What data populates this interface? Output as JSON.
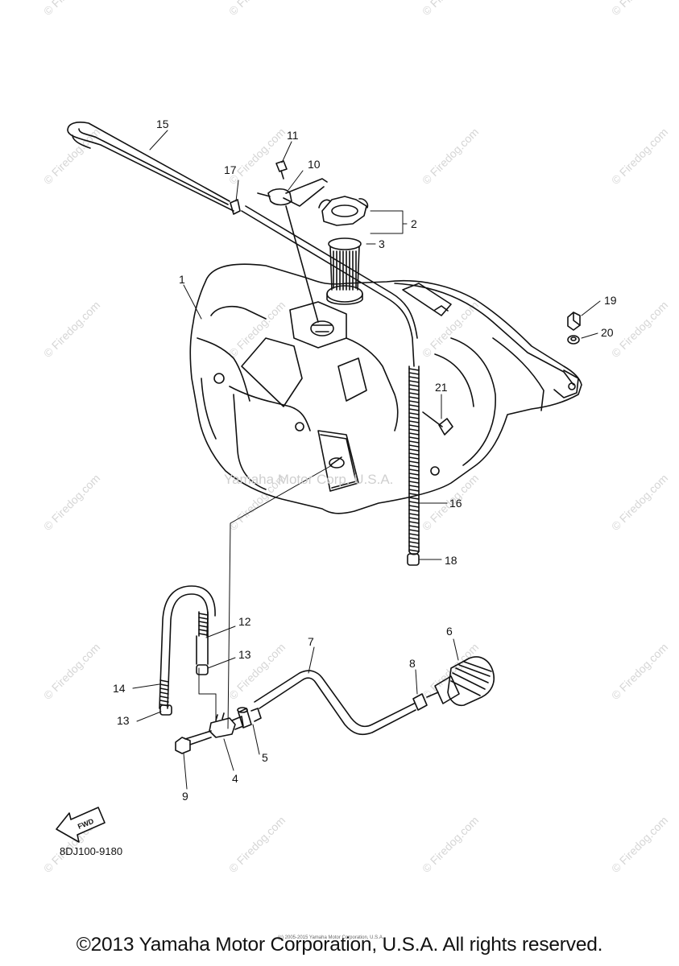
{
  "diagram": {
    "drawing_code": "8DJ100-9180",
    "fwd_label": "FWD",
    "center_watermark": "Yamaha Motor Corp. U.S.A.",
    "watermark_text": "© Firedog.com",
    "small_notice": "(c) 2005-2015 Yamaha Motor Corporation, U.S.A.",
    "copyright": "©2013 Yamaha Motor Corporation, U.S.A. All rights reserved.",
    "callouts": [
      {
        "id": "c1",
        "text": "1"
      },
      {
        "id": "c2",
        "text": "2"
      },
      {
        "id": "c3",
        "text": "3"
      },
      {
        "id": "c4",
        "text": "4"
      },
      {
        "id": "c5",
        "text": "5"
      },
      {
        "id": "c6",
        "text": "6"
      },
      {
        "id": "c7",
        "text": "7"
      },
      {
        "id": "c8",
        "text": "8"
      },
      {
        "id": "c9",
        "text": "9"
      },
      {
        "id": "c10",
        "text": "10"
      },
      {
        "id": "c11",
        "text": "11"
      },
      {
        "id": "c12",
        "text": "12"
      },
      {
        "id": "c13a",
        "text": "13"
      },
      {
        "id": "c13b",
        "text": "13"
      },
      {
        "id": "c14",
        "text": "14"
      },
      {
        "id": "c15",
        "text": "15"
      },
      {
        "id": "c16",
        "text": "16"
      },
      {
        "id": "c17",
        "text": "17"
      },
      {
        "id": "c18",
        "text": "18"
      },
      {
        "id": "c19",
        "text": "19"
      },
      {
        "id": "c20",
        "text": "20"
      },
      {
        "id": "c21",
        "text": "21"
      }
    ]
  }
}
